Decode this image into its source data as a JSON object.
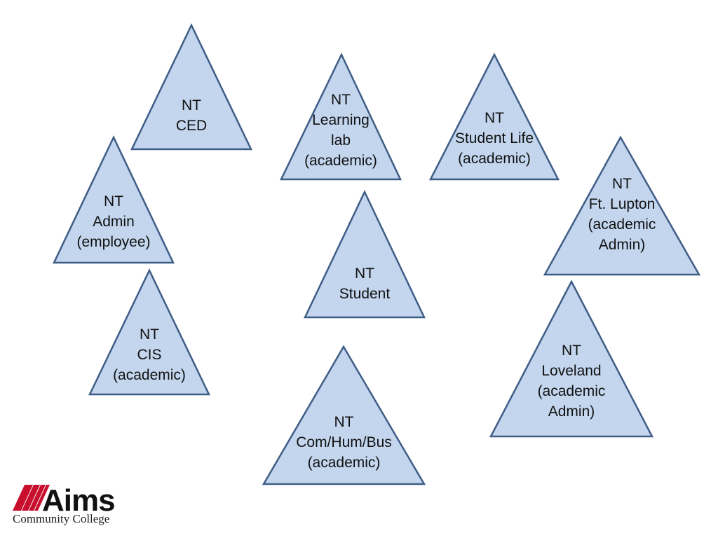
{
  "triangles": [
    {
      "id": "ced",
      "lines": [
        "NT",
        "CED"
      ]
    },
    {
      "id": "learning-lab",
      "lines": [
        "NT",
        "Learning",
        "lab",
        "(academic)"
      ]
    },
    {
      "id": "student-life",
      "lines": [
        "NT",
        "Student Life",
        "(academic)"
      ]
    },
    {
      "id": "admin",
      "lines": [
        "NT",
        "Admin",
        "(employee)"
      ]
    },
    {
      "id": "ft-lupton",
      "lines": [
        "NT",
        "Ft. Lupton",
        "(academic",
        "Admin)"
      ]
    },
    {
      "id": "student",
      "lines": [
        "NT",
        "Student"
      ]
    },
    {
      "id": "cis",
      "lines": [
        "NT",
        "CIS",
        "(academic)"
      ]
    },
    {
      "id": "loveland",
      "lines": [
        "NT",
        "Loveland",
        "(academic",
        "Admin)"
      ]
    },
    {
      "id": "com-hum-bus",
      "lines": [
        "NT",
        "Com/Hum/Bus",
        "(academic)"
      ]
    }
  ],
  "logo": {
    "wordmark": "Aims",
    "subtitle": "Community College",
    "swoosh_color": "#c8102e"
  },
  "colors": {
    "triangle_fill": "#c3d6ee",
    "triangle_stroke": "#3e5d86"
  }
}
